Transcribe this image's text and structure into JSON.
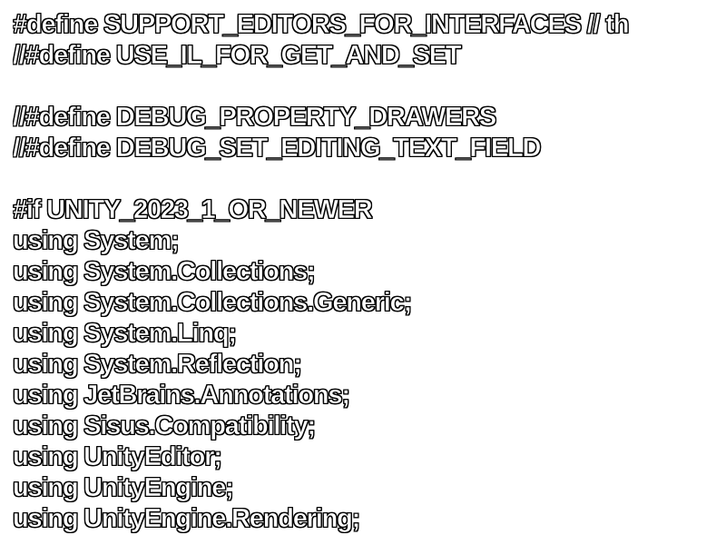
{
  "editor": {
    "lines": [
      "#define SUPPORT_EDITORS_FOR_INTERFACES // th",
      "//#define USE_IL_FOR_GET_AND_SET",
      "",
      "//#define DEBUG_PROPERTY_DRAWERS",
      "//#define DEBUG_SET_EDITING_TEXT_FIELD",
      "",
      "#if UNITY_2023_1_OR_NEWER",
      "using System;",
      "using System.Collections;",
      "using System.Collections.Generic;",
      "using System.Linq;",
      "using System.Reflection;",
      "using JetBrains.Annotations;",
      "using Sisus.Compatibility;",
      "using UnityEditor;",
      "using UnityEngine;",
      "using UnityEngine.Rendering;"
    ]
  },
  "colors": {
    "background": "#ffffff",
    "text_fill": "#ffffff",
    "text_outline": "#000000"
  }
}
